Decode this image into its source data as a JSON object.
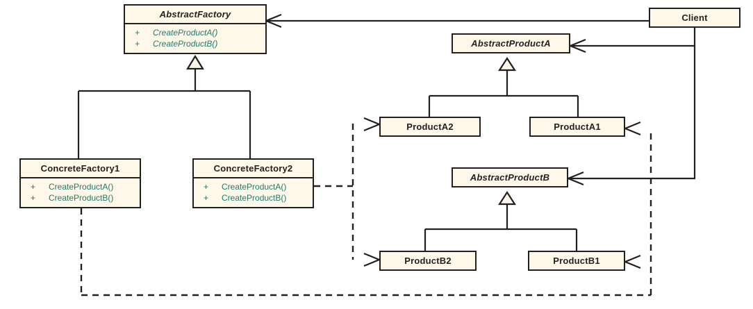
{
  "diagram": {
    "title": "Abstract Factory Pattern UML Class Diagram",
    "colors": {
      "box_fill": "#fdf8e8",
      "border": "#231f20",
      "operation_text": "#1f7a6e",
      "name_text": "#231f20",
      "background": "#ffffff"
    },
    "classes": [
      {
        "id": "abstract-factory",
        "name": "AbstractFactory",
        "abstract": true,
        "operations": [
          {
            "visibility": "+",
            "name": "CreateProductA()",
            "abstract": true
          },
          {
            "visibility": "+",
            "name": "CreateProductB()",
            "abstract": true
          }
        ]
      },
      {
        "id": "concrete-factory-1",
        "name": "ConcreteFactory1",
        "abstract": false,
        "operations": [
          {
            "visibility": "+",
            "name": "CreateProductA()",
            "abstract": false
          },
          {
            "visibility": "+",
            "name": "CreateProductB()",
            "abstract": false
          }
        ]
      },
      {
        "id": "concrete-factory-2",
        "name": "ConcreteFactory2",
        "abstract": false,
        "operations": [
          {
            "visibility": "+",
            "name": "CreateProductA()",
            "abstract": false
          },
          {
            "visibility": "+",
            "name": "CreateProductB()",
            "abstract": false
          }
        ]
      },
      {
        "id": "client",
        "name": "Client",
        "abstract": false,
        "operations": []
      },
      {
        "id": "abstract-product-a",
        "name": "AbstractProductA",
        "abstract": true,
        "operations": []
      },
      {
        "id": "product-a2",
        "name": "ProductA2",
        "abstract": false,
        "operations": []
      },
      {
        "id": "product-a1",
        "name": "ProductA1",
        "abstract": false,
        "operations": []
      },
      {
        "id": "abstract-product-b",
        "name": "AbstractProductB",
        "abstract": true,
        "operations": []
      },
      {
        "id": "product-b2",
        "name": "ProductB2",
        "abstract": false,
        "operations": []
      },
      {
        "id": "product-b1",
        "name": "ProductB1",
        "abstract": false,
        "operations": []
      }
    ],
    "relationships": [
      {
        "from": "concrete-factory-1",
        "to": "abstract-factory",
        "type": "generalization"
      },
      {
        "from": "concrete-factory-2",
        "to": "abstract-factory",
        "type": "generalization"
      },
      {
        "from": "product-a2",
        "to": "abstract-product-a",
        "type": "generalization"
      },
      {
        "from": "product-a1",
        "to": "abstract-product-a",
        "type": "generalization"
      },
      {
        "from": "product-b2",
        "to": "abstract-product-b",
        "type": "generalization"
      },
      {
        "from": "product-b1",
        "to": "abstract-product-b",
        "type": "generalization"
      },
      {
        "from": "client",
        "to": "abstract-factory",
        "type": "association"
      },
      {
        "from": "client",
        "to": "abstract-product-a",
        "type": "association"
      },
      {
        "from": "client",
        "to": "abstract-product-b",
        "type": "association"
      },
      {
        "from": "concrete-factory-2",
        "to": "product-a2",
        "type": "dependency"
      },
      {
        "from": "concrete-factory-2",
        "to": "product-b2",
        "type": "dependency"
      },
      {
        "from": "concrete-factory-1",
        "to": "product-a1",
        "type": "dependency"
      },
      {
        "from": "concrete-factory-1",
        "to": "product-b1",
        "type": "dependency"
      }
    ]
  }
}
